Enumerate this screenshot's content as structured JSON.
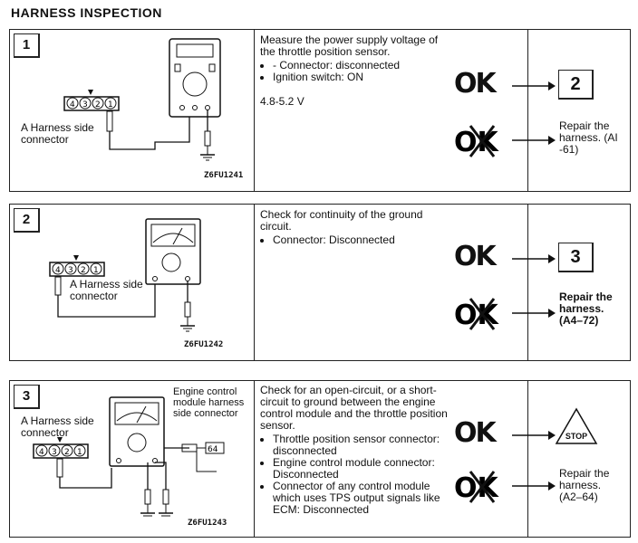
{
  "title": "HARNESS INSPECTION",
  "steps": [
    {
      "num": "1",
      "harness_label": "A  Harness side connector",
      "pins": [
        "4",
        "3",
        "2",
        "1"
      ],
      "fig_id": "Z6FU1241",
      "desc_main": "Measure the power supply voltage of the throttle position sensor.",
      "bullets": [
        "- Connector: disconnected",
        "Ignition switch: ON"
      ],
      "value": "4.8-5.2  V",
      "ok_label": "OK",
      "ok_result": "2",
      "ng_result": "Repair the harness. (AI -61)"
    },
    {
      "num": "2",
      "harness_label": "A  Harness side connector",
      "pins": [
        "4",
        "3",
        "2",
        "1"
      ],
      "fig_id": "Z6FU1242",
      "desc_main": "Check for continuity of the ground circuit.",
      "bullets": [
        "Connector: Disconnected"
      ],
      "ok_label": "OK",
      "ok_result": "3",
      "ng_result": "Repair the harness. (A4–72)"
    },
    {
      "num": "3",
      "harness_label": "A Harness side connector",
      "pins": [
        "4",
        "3",
        "2",
        "1"
      ],
      "ecm_label": "Engine control module harness side connector",
      "ecm_pin": "64",
      "fig_id": "Z6FU1243",
      "desc_main": "Check for an open-circuit, or a short-circuit to ground between the engine control module and the throttle position sensor.",
      "bullets": [
        "Throttle position sensor connector: disconnected",
        "Engine control module connector: Disconnected",
        "Connector of any control module which uses TPS output signals like ECM: Disconnected"
      ],
      "ok_label": "OK",
      "ok_result": "STOP",
      "ng_result": "Repair the harness. (A2–64)"
    }
  ]
}
